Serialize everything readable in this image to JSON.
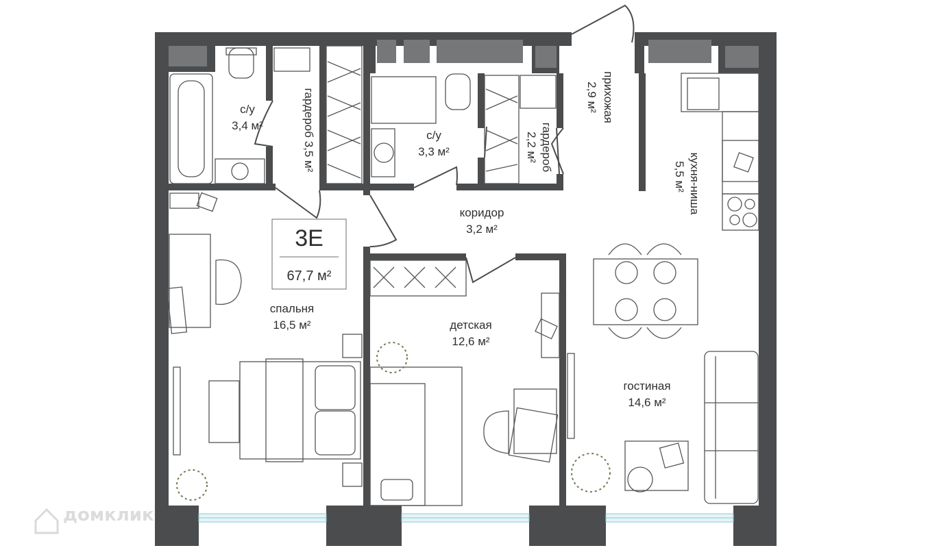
{
  "plan": {
    "code": "3E",
    "total_area": "67,7 м²"
  },
  "rooms": {
    "bath1": {
      "name": "с/у",
      "area": "3,4 м²"
    },
    "wardrobe1": {
      "name": "гардероб 3,5 м²"
    },
    "bath2": {
      "name": "с/у",
      "area": "3,3 м²"
    },
    "wardrobe2": {
      "name": "гардероб",
      "area": "2,2 м²"
    },
    "hallway": {
      "name": "прихожая",
      "area": "2,9 м²"
    },
    "kitchen": {
      "name": "кухня-ниша",
      "area": "5,5 м²"
    },
    "corridor": {
      "name": "коридор",
      "area": "3,2 м²"
    },
    "bedroom": {
      "name": "спальня",
      "area": "16,5 м²"
    },
    "kids": {
      "name": "детская",
      "area": "12,6 м²"
    },
    "living": {
      "name": "гостиная",
      "area": "14,6 м²"
    }
  },
  "watermark": "домклик",
  "colors": {
    "wall": "#4a4c4d",
    "window": "#757779",
    "glass": "#bfe3e8"
  }
}
